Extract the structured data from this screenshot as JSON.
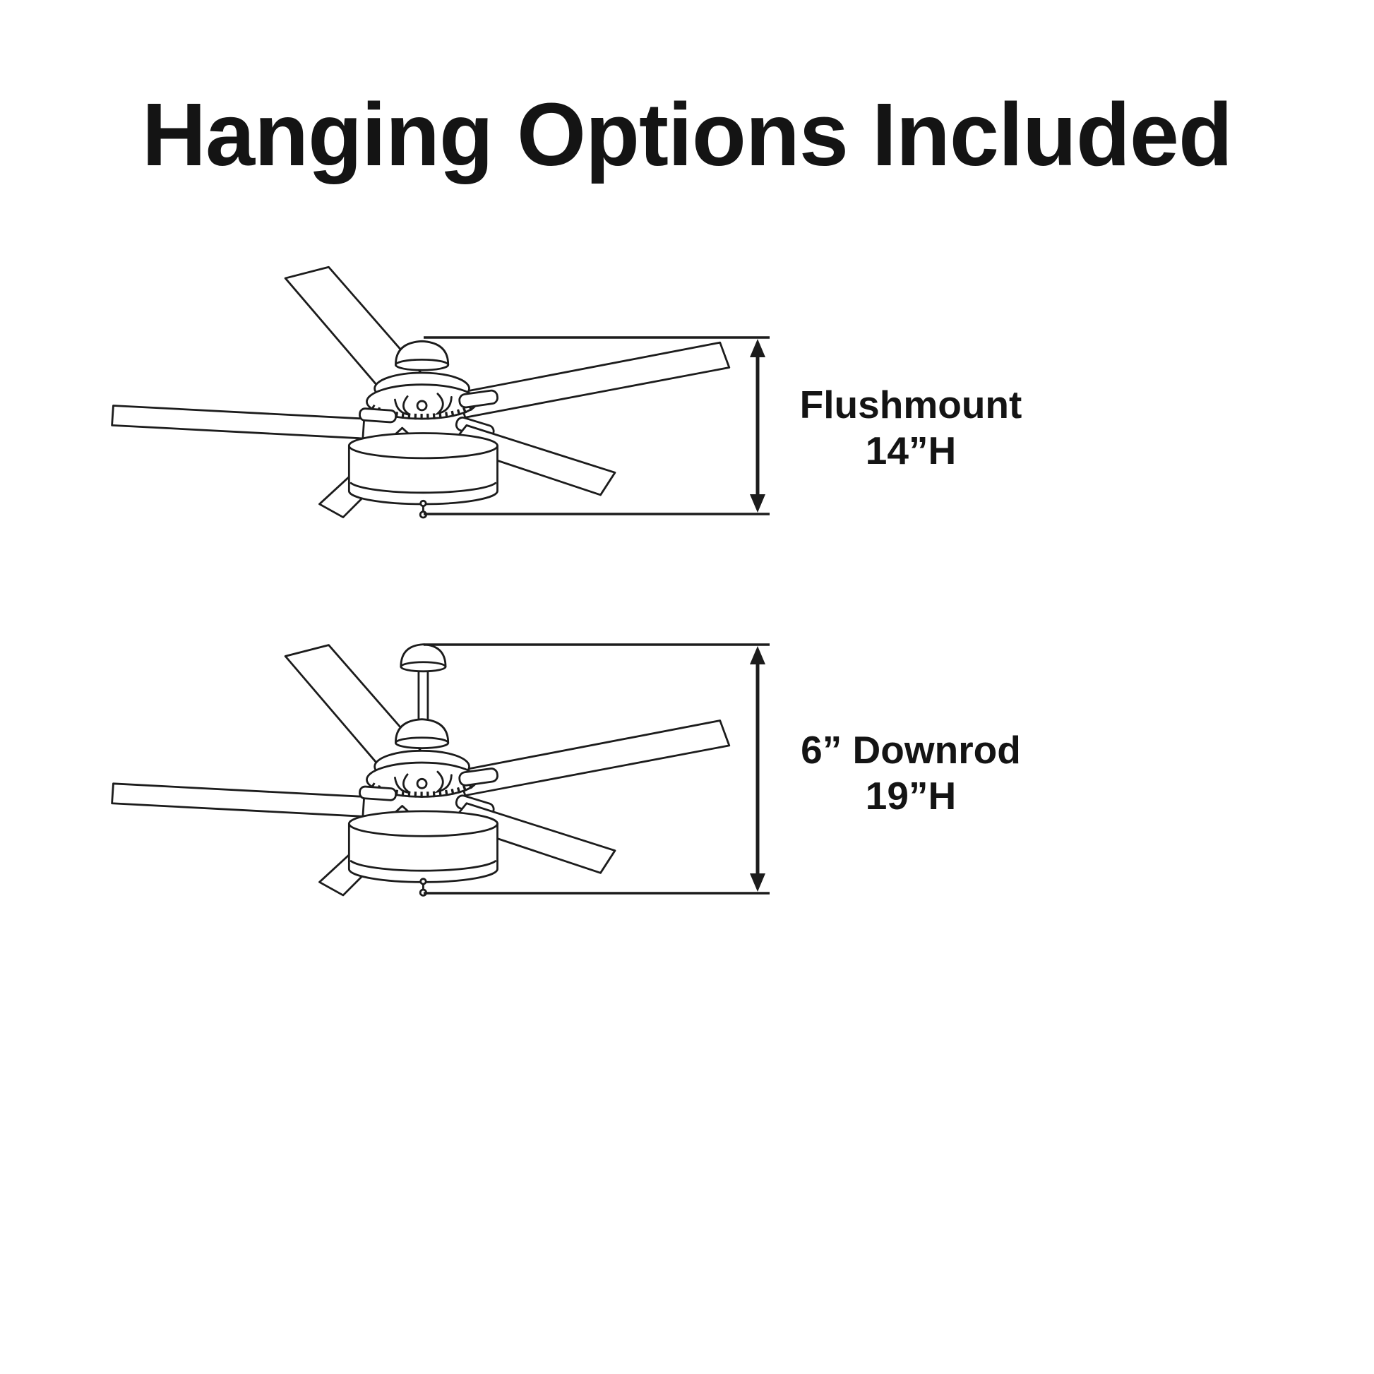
{
  "title": "Hanging Options Included",
  "colors": {
    "ink": "#1c1c1c",
    "background": "#ffffff"
  },
  "options": [
    {
      "name": "Flushmount",
      "height": "14”H"
    },
    {
      "name": "6” Downrod",
      "height": "19”H"
    }
  ]
}
